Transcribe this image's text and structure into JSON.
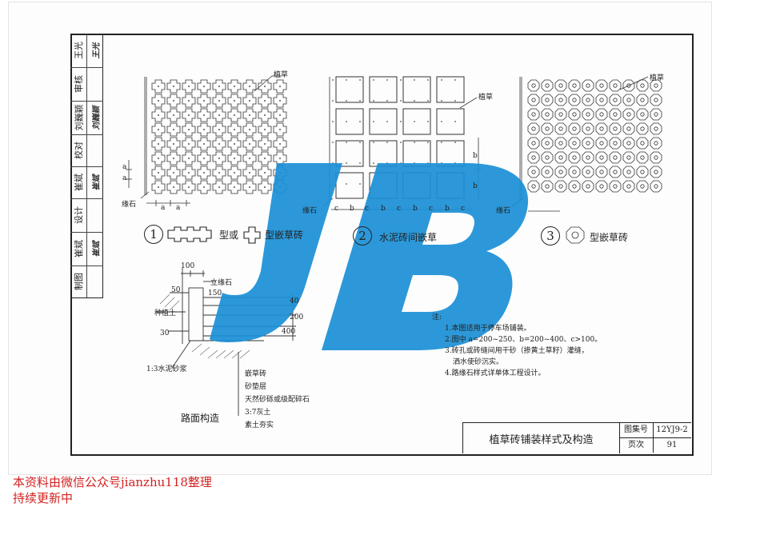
{
  "sidebar": {
    "cells": [
      {
        "left": "王光",
        "right": "王光"
      },
      {
        "left": "审核",
        "right": ""
      },
      {
        "left": "刘巍颖",
        "right": "刘巍颖"
      },
      {
        "left": "校对",
        "right": ""
      },
      {
        "left": "崔斌",
        "right": "崔斌"
      },
      {
        "left": "设计",
        "right": ""
      },
      {
        "left": "崔斌",
        "right": "崔斌"
      },
      {
        "left": "制图",
        "right": ""
      }
    ]
  },
  "figure1": {
    "num": "1",
    "caption_a": "型或",
    "caption_b": "型嵌草砖",
    "label_grass": "植草",
    "label_curb": "缘石",
    "dim_a": "a"
  },
  "figure2": {
    "num": "2",
    "caption": "水泥砖间嵌草",
    "label_grass": "植草",
    "label_curb": "缘石",
    "dim_b": "b",
    "dim_c": "c"
  },
  "figure3": {
    "num": "3",
    "caption": "型嵌草砖",
    "label_grass": "植草",
    "label_curb": "缘石"
  },
  "section": {
    "title": "路面构造",
    "dim_100": "100",
    "dim_50": "50",
    "dim_150": "150",
    "dim_30": "30",
    "dim_40": "40",
    "dim_200": "200",
    "dim_400": "400",
    "label_curb": "立缘石",
    "label_soil": "种植土",
    "label_mortar": "1:3水泥砂浆",
    "layers": [
      "嵌草砖",
      "砂垫层",
      "天然砂砾或级配碎石",
      "3:7灰土",
      "素土夯实"
    ]
  },
  "notes": {
    "head": "注:",
    "items": [
      "1.本图适用于停车场铺装。",
      "2.图中 a=200~250、b=200~400、c>100。",
      "3.砖孔或砖缝间用干砂（掺黄土草籽）灌缝，",
      "洒水使砂沉实。",
      "4.路缘石样式详单体工程设计。"
    ]
  },
  "title_block": {
    "title": "植草砖铺装样式及构造",
    "atlas_key": "图集号",
    "atlas_val": "12YJ9-2",
    "page_key": "页次",
    "page_val": "91"
  },
  "watermark": {
    "text": "JB",
    "color": "#1a8fd6"
  },
  "footer": {
    "line1": "本资料由微信公众号jianzhu118整理",
    "line2": "持续更新中",
    "color": "#d42020"
  }
}
